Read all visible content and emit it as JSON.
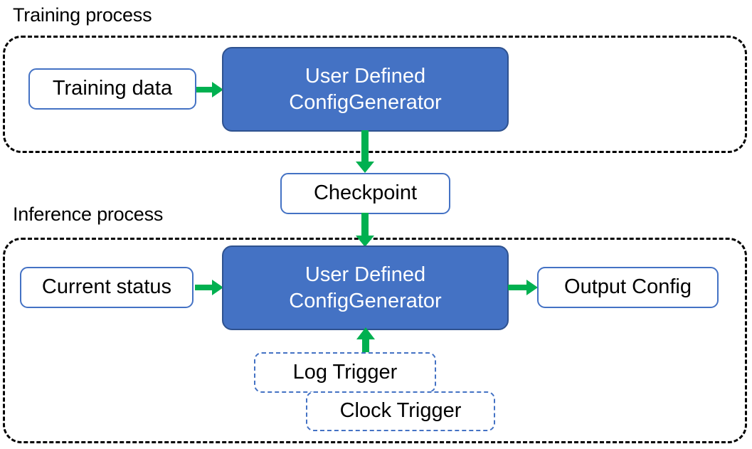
{
  "diagram": {
    "title_labels": {
      "training": "Training process",
      "inference": "Inference process"
    },
    "colors": {
      "primary_fill": "#4472C4",
      "primary_border": "#2F528F",
      "node_border": "#4472C4",
      "arrow": "#00B050",
      "group_border": "#000000",
      "background": "#FFFFFF",
      "text_dark": "#000000",
      "text_light": "#FFFFFF"
    },
    "groups": [
      {
        "id": "training-process-group",
        "label": "Training process",
        "style": "dashed"
      },
      {
        "id": "inference-process-group",
        "label": "Inference process",
        "style": "dashed"
      }
    ],
    "nodes": {
      "training_data": "Training data",
      "training_generator": "User Defined\nConfigGenerator",
      "checkpoint": "Checkpoint",
      "current_status": "Current status",
      "inference_generator": "User Defined\nConfigGenerator",
      "output_config": "Output Config",
      "log_trigger": "Log Trigger",
      "clock_trigger": "Clock Trigger"
    },
    "edges": [
      {
        "id": "edge-training-data-to-generator",
        "from": "Training data",
        "to": "User Defined ConfigGenerator",
        "direction": "right"
      },
      {
        "id": "edge-generator-to-checkpoint",
        "from": "User Defined ConfigGenerator",
        "to": "Checkpoint",
        "direction": "down"
      },
      {
        "id": "edge-checkpoint-to-inference-generator",
        "from": "Checkpoint",
        "to": "User Defined ConfigGenerator",
        "direction": "down"
      },
      {
        "id": "edge-current-status-to-generator",
        "from": "Current status",
        "to": "User Defined ConfigGenerator",
        "direction": "right"
      },
      {
        "id": "edge-generator-to-output-config",
        "from": "User Defined ConfigGenerator",
        "to": "Output Config",
        "direction": "right"
      },
      {
        "id": "edge-triggers-to-generator",
        "from": "Log Trigger / Clock Trigger",
        "to": "User Defined ConfigGenerator",
        "direction": "up"
      }
    ]
  }
}
